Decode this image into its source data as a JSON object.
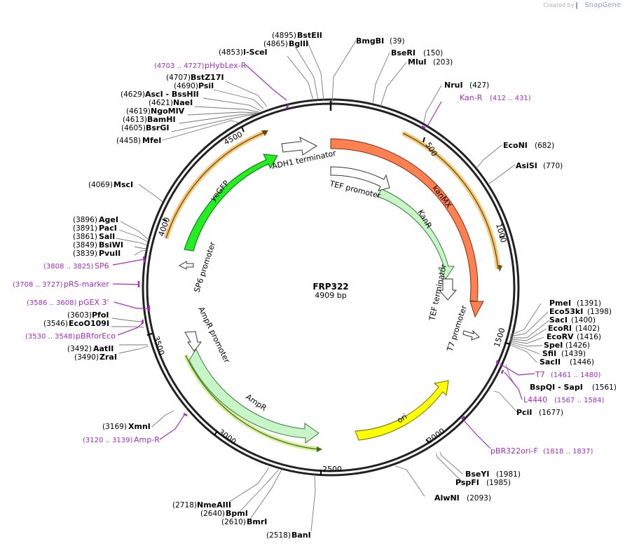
{
  "credit": {
    "prefix": "Created by",
    "brand": "SnapGene"
  },
  "plasmid": {
    "name": "FRP322",
    "length_label": "4909 bp",
    "length": 4909
  },
  "ticks": [
    "500",
    "1000",
    "1500",
    "2000",
    "2500",
    "3000",
    "3500",
    "4000",
    "4500"
  ],
  "enzymes": [
    {
      "name": "BmgBI",
      "pos": "(39)"
    },
    {
      "name": "BseRI",
      "pos": "(150)"
    },
    {
      "name": "MluI",
      "pos": "(203)"
    },
    {
      "name": "NruI",
      "pos": "(427)"
    },
    {
      "name": "EcoNI",
      "pos": "(682)"
    },
    {
      "name": "AsiSI",
      "pos": "(770)"
    },
    {
      "name": "PmeI",
      "pos": "(1391)"
    },
    {
      "name": "Eco53kI",
      "pos": "(1398)"
    },
    {
      "name": "SacI",
      "pos": "(1400)"
    },
    {
      "name": "EcoRI",
      "pos": "(1402)"
    },
    {
      "name": "EcoRV",
      "pos": "(1416)"
    },
    {
      "name": "SpeI",
      "pos": "(1426)"
    },
    {
      "name": "SfiI",
      "pos": "(1439)"
    },
    {
      "name": "SacII",
      "pos": "(1446)"
    },
    {
      "name": "BspQI - SapI",
      "pos": "(1561)"
    },
    {
      "name": "PciI",
      "pos": "(1677)"
    },
    {
      "name": "BseYI",
      "pos": "(1981)"
    },
    {
      "name": "PspFI",
      "pos": "(1985)"
    },
    {
      "name": "AlwNI",
      "pos": "(2093)"
    },
    {
      "name": "BanI",
      "pos": "(2518)"
    },
    {
      "name": "BmrI",
      "pos": "(2610)"
    },
    {
      "name": "BpmI",
      "pos": "(2640)"
    },
    {
      "name": "NmeAIII",
      "pos": "(2718)"
    },
    {
      "name": "XmnI",
      "pos": "(3169)"
    },
    {
      "name": "ZraI",
      "pos": "(3490)"
    },
    {
      "name": "AatII",
      "pos": "(3492)"
    },
    {
      "name": "EcoO109I",
      "pos": "(3546)"
    },
    {
      "name": "PfoI",
      "pos": "(3603)"
    },
    {
      "name": "PvuII",
      "pos": "(3839)"
    },
    {
      "name": "BsiWI",
      "pos": "(3849)"
    },
    {
      "name": "SalI",
      "pos": "(3861)"
    },
    {
      "name": "PacI",
      "pos": "(3891)"
    },
    {
      "name": "AgeI",
      "pos": "(3896)"
    },
    {
      "name": "MscI",
      "pos": "(4069)"
    },
    {
      "name": "MfeI",
      "pos": "(4458)"
    },
    {
      "name": "BsrGI",
      "pos": "(4605)"
    },
    {
      "name": "BamHI",
      "pos": "(4613)"
    },
    {
      "name": "NgoMIV",
      "pos": "(4619)"
    },
    {
      "name": "NaeI",
      "pos": "(4621)"
    },
    {
      "name": "AscI - BssHII",
      "pos": "(4629)"
    },
    {
      "name": "PsiI",
      "pos": "(4690)"
    },
    {
      "name": "BstZ17I",
      "pos": "(4707)"
    },
    {
      "name": "I-SceI",
      "pos": "(4853)"
    },
    {
      "name": "BglII",
      "pos": "(4865)"
    },
    {
      "name": "BstEII",
      "pos": "(4895)"
    }
  ],
  "primers": [
    {
      "name": "Kan-R",
      "range": "(412 .. 431)"
    },
    {
      "name": "T7",
      "range": "(1461 .. 1480)"
    },
    {
      "name": "L4440",
      "range": "(1567 .. 1584)"
    },
    {
      "name": "pBR322ori-F",
      "range": "(1818 .. 1837)"
    },
    {
      "name": "Amp-R",
      "range": "(3120 .. 3139)"
    },
    {
      "name": "pBRforEco",
      "range": "(3530 .. 3548)"
    },
    {
      "name": "pGEX 3'",
      "range": "(3586 .. 3608)"
    },
    {
      "name": "pRS-marker",
      "range": "(3708 .. 3727)"
    },
    {
      "name": "SP6",
      "range": "(3808 .. 3825)"
    },
    {
      "name": "pHybLex-R",
      "range": "(4703 .. 4727)"
    }
  ],
  "features": [
    {
      "name": "ADH1 terminator",
      "color": "#ffffff"
    },
    {
      "name": "kanMX",
      "color": "#ff8050"
    },
    {
      "name": "TEF promoter",
      "color": "#ffffff"
    },
    {
      "name": "KanR",
      "color": "#c8f5c8"
    },
    {
      "name": "TEF terminator",
      "color": "#ffffff"
    },
    {
      "name": "T7 promoter",
      "color": "#ffffff"
    },
    {
      "name": "ori",
      "color": "#ffff00"
    },
    {
      "name": "AmpR",
      "color": "#c8f5c8"
    },
    {
      "name": "AmpR promoter",
      "color": "#ffffff"
    },
    {
      "name": "SP6 promoter",
      "color": "#ffffff"
    },
    {
      "name": "yeGFP",
      "color": "#22ee22"
    }
  ],
  "colors": {
    "primer": "#a32cc4",
    "orf_highlight": "#f5c87a"
  }
}
